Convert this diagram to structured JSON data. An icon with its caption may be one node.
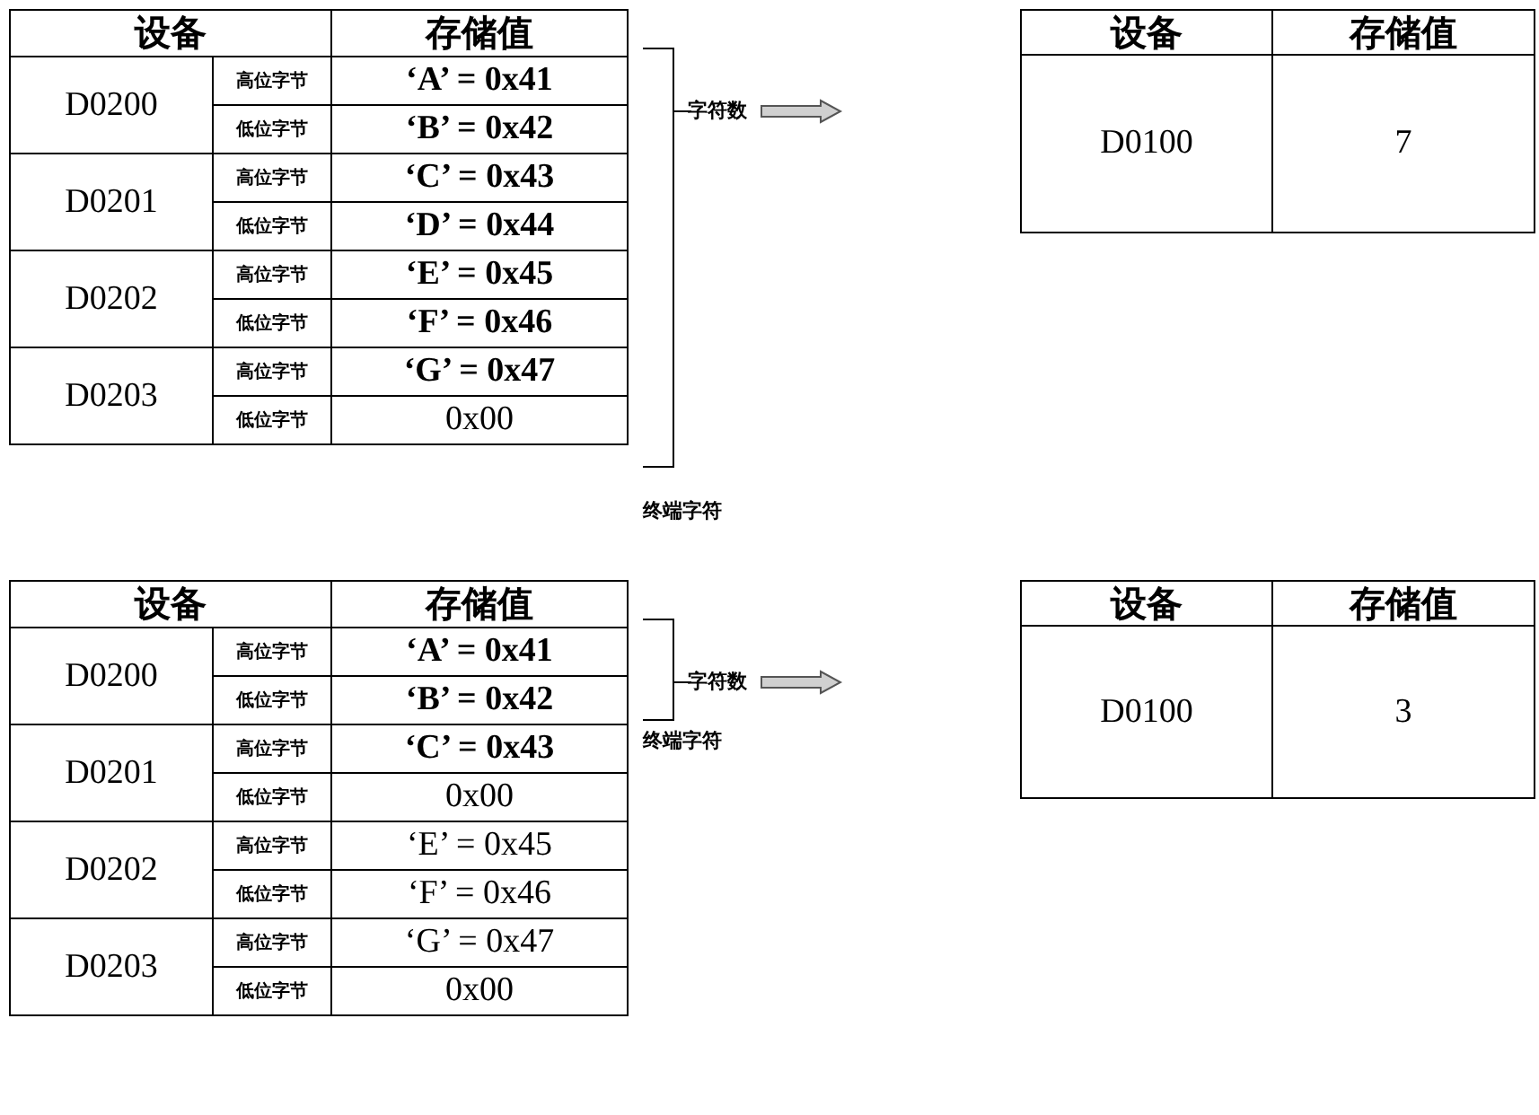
{
  "diagram": {
    "labels": [
      "设备",
      "存储值",
      "D0200",
      "高位字节",
      "‘A’ = 0x41",
      "低位字节",
      "‘B’ = 0x42",
      "D0201",
      "高位字节",
      "‘C’ = 0x43",
      "低位字节",
      "‘D’ = 0x44",
      "D0202",
      "高位字节",
      "‘E’ = 0x45",
      "低位字节",
      "‘F’ = 0x46",
      "D0203",
      "高位字节",
      "‘G’ = 0x47",
      "低位字节",
      "0x00",
      "字符数",
      "终端字符",
      "设备",
      "存储值",
      "D0100",
      "7",
      "设备",
      "存储值",
      "D0200",
      "高位字节",
      "‘A’ = 0x41",
      "低位字节",
      "‘B’ = 0x42",
      "D0201",
      "高位字节",
      "‘C’ = 0x43",
      "低位字节",
      "0x00",
      "D0202",
      "高位字节",
      "‘E’ = 0x45",
      "低位字节",
      "‘F’ = 0x46",
      "D0203",
      "高位字节",
      "‘G’ = 0x47",
      "低位字节",
      "0x00",
      "字符数",
      "终端字符",
      "设备",
      "存储值",
      "D0100",
      "3"
    ]
  }
}
